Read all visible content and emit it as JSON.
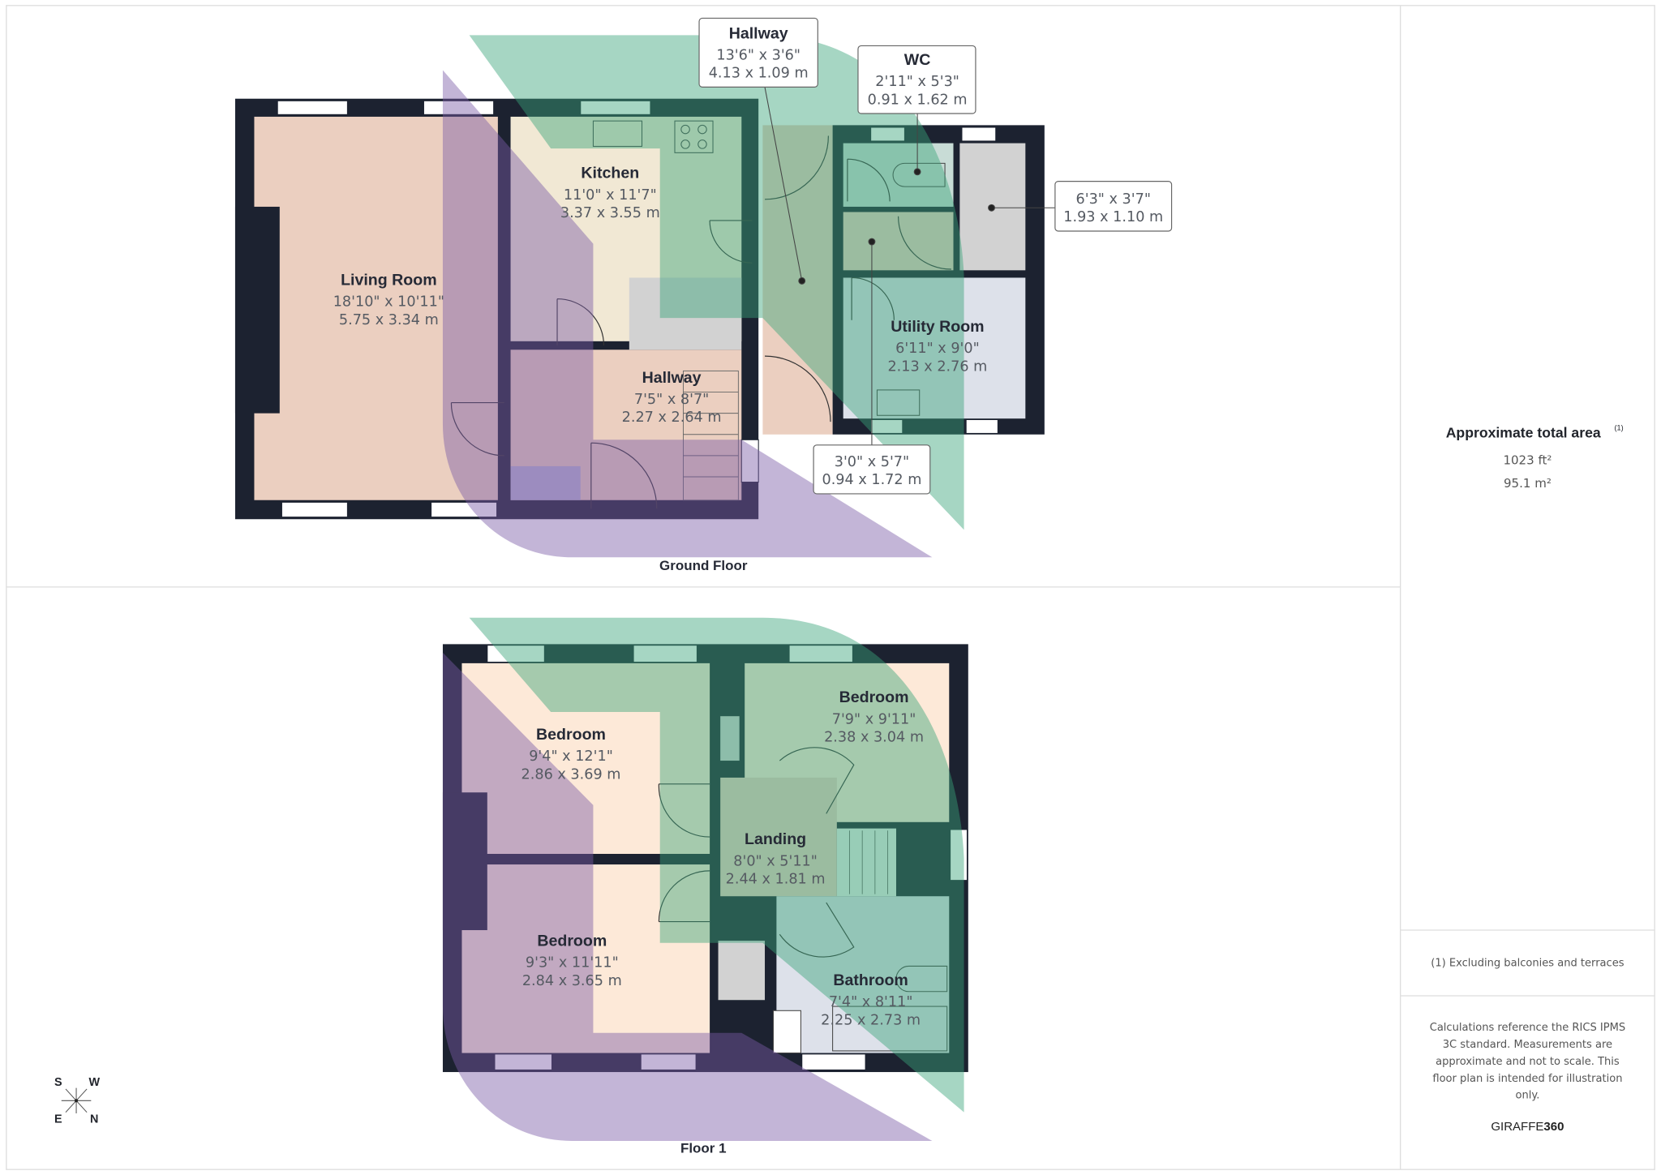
{
  "ground_floor": {
    "label": "Ground Floor",
    "rooms": [
      {
        "name": "Living Room",
        "imperial": "18'10\" x 10'11\"",
        "metric": "5.75 x 3.34 m"
      },
      {
        "name": "Kitchen",
        "imperial": "11'0\" x 11'7\"",
        "metric": "3.37 x 3.55 m"
      },
      {
        "name": "Hallway",
        "imperial": "7'5\" x 8'7\"",
        "metric": "2.27 x 2.64 m"
      },
      {
        "name": "Hallway",
        "imperial": "13'6\" x 3'6\"",
        "metric": "4.13 x 1.09 m"
      },
      {
        "name": "WC",
        "imperial": "2'11\" x 5'3\"",
        "metric": "0.91 x 1.62 m"
      },
      {
        "name": "",
        "imperial": "6'3\" x 3'7\"",
        "metric": "1.93 x 1.10 m"
      },
      {
        "name": "Utility Room",
        "imperial": "6'11\" x 9'0\"",
        "metric": "2.13 x 2.76 m"
      },
      {
        "name": "",
        "imperial": "3'0\" x 5'7\"",
        "metric": "0.94 x 1.72 m"
      }
    ]
  },
  "floor_1": {
    "label": "Floor 1",
    "rooms": [
      {
        "name": "Bedroom",
        "imperial": "9'4\" x 12'1\"",
        "metric": "2.86 x 3.69 m"
      },
      {
        "name": "Bedroom",
        "imperial": "7'9\" x 9'11\"",
        "metric": "2.38 x 3.04 m"
      },
      {
        "name": "Landing",
        "imperial": "8'0\" x 5'11\"",
        "metric": "2.44 x 1.81 m"
      },
      {
        "name": "Bedroom",
        "imperial": "9'3\" x 11'11\"",
        "metric": "2.84 x 3.65 m"
      },
      {
        "name": "Bathroom",
        "imperial": "7'4\" x 8'11\"",
        "metric": "2.25 x 2.73 m"
      }
    ]
  },
  "compass": {
    "s": "S",
    "w": "W",
    "e": "E",
    "n": "N"
  },
  "summary": {
    "title": "Approximate total area",
    "title_note": "(1)",
    "area_ft": "1023 ft²",
    "area_m": "95.1 m²",
    "footnote": "(1) Excluding balconies and terraces",
    "disclaimer_lines": [
      "Calculations reference the RICS IPMS",
      "3C standard. Measurements are",
      "approximate and not to scale. This",
      "floor plan is intended for illustration",
      "only."
    ],
    "brand_a": "GIRAFFE",
    "brand_b": "360"
  },
  "colors": {
    "wall": "#1c2230",
    "living": "#ebcfc0",
    "kitchen": "#f1e8d4",
    "utility": "#dde1ea",
    "store": "#d2d2d2",
    "bedroom": "#fde9d8",
    "overlay_green": "#3aa57a",
    "overlay_purple": "#7b5aa6"
  }
}
